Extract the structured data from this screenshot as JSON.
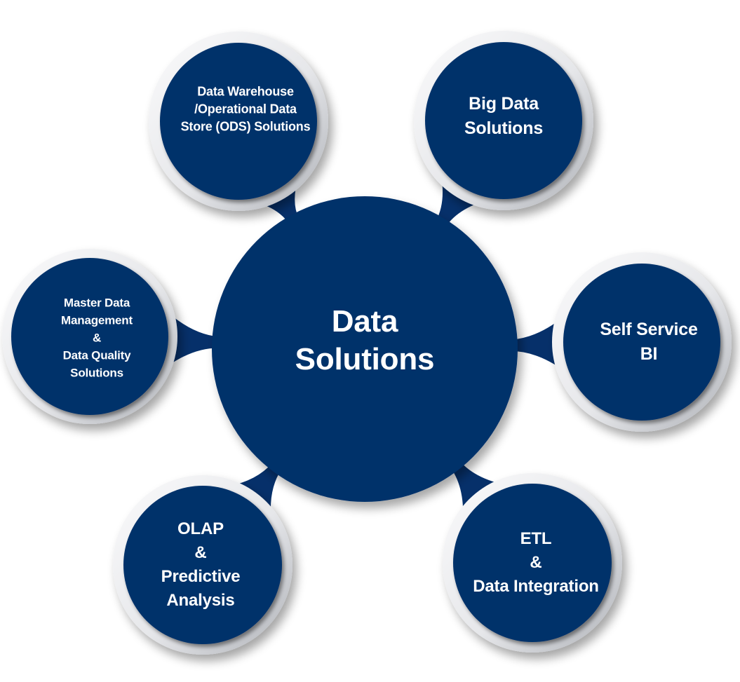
{
  "colors": {
    "node_fill": "#06306a",
    "ring_light": "#f7f7f8",
    "ring_dark": "#b3b5ba",
    "text": "#ffffff"
  },
  "center": {
    "lines": [
      "Data",
      "Solutions"
    ]
  },
  "nodes": [
    {
      "id": "data-warehouse",
      "lines": [
        "Data Warehouse",
        "/Operational Data",
        "Store (ODS) Solutions"
      ]
    },
    {
      "id": "big-data",
      "lines": [
        "Big Data",
        "Solutions"
      ]
    },
    {
      "id": "master-data",
      "lines": [
        "Master Data",
        "Management",
        "&",
        "Data Quality",
        "Solutions"
      ]
    },
    {
      "id": "self-service-bi",
      "lines": [
        "Self Service",
        "BI"
      ]
    },
    {
      "id": "olap",
      "lines": [
        "OLAP",
        "&",
        "Predictive",
        "Analysis"
      ]
    },
    {
      "id": "etl",
      "lines": [
        "ETL",
        "&",
        "Data Integration"
      ]
    }
  ]
}
